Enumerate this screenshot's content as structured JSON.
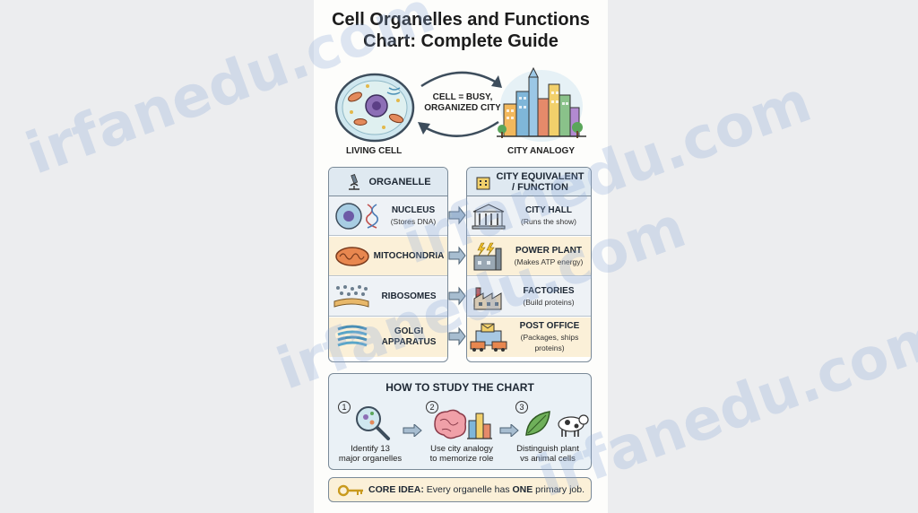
{
  "poster": {
    "title_line1": "Cell Organelles and Functions",
    "title_line2": "Chart: Complete Guide",
    "living_cell_label": "LIVING CELL",
    "city_analogy_label": "CITY ANALOGY",
    "center_line1": "CELL = BUSY,",
    "center_line2": "ORGANIZED CITY"
  },
  "table": {
    "organelle_header": "ORGANELLE",
    "city_header_line1": "CITY EQUIVALENT",
    "city_header_line2": "/ FUNCTION",
    "rows": [
      {
        "organelle": "NUCLEUS",
        "organelle_desc": "(Stores DNA)",
        "city": "CITY HALL",
        "city_desc": "(Runs the show)"
      },
      {
        "organelle": "MITOCHONDRIA",
        "organelle_desc": "",
        "city": "POWER PLANT",
        "city_desc": "(Makes ATP energy)"
      },
      {
        "organelle": "RIBOSOMES",
        "organelle_desc": "",
        "city": "FACTORIES",
        "city_desc": "(Build proteins)"
      },
      {
        "organelle_line1": "GOLGI",
        "organelle_line2": "APPARATUS",
        "city": "POST OFFICE",
        "city_desc_line1": "(Packages, ships",
        "city_desc_line2": "proteins)"
      }
    ]
  },
  "study": {
    "title": "HOW TO STUDY THE CHART",
    "steps": [
      {
        "num": "1",
        "line1": "Identify 13",
        "line2": "major organelles"
      },
      {
        "num": "2",
        "line1": "Use city analogy",
        "line2": "to memorize role"
      },
      {
        "num": "3",
        "line1": "Distinguish plant",
        "line2": "vs animal cells"
      }
    ]
  },
  "core": {
    "prefix": "CORE IDEA:",
    "text_before": " Every organelle has ",
    "emphasis": "ONE",
    "text_after": " primary job."
  },
  "watermark": {
    "text": "irfanedu.com"
  }
}
